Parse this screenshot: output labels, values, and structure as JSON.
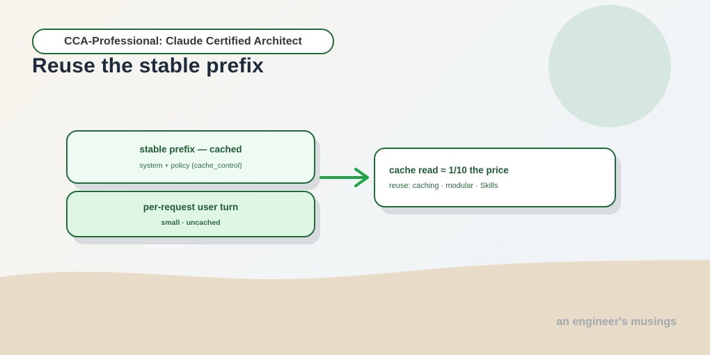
{
  "header": {
    "pill_text": "CCA-Professional: Claude Certified Architect",
    "title": "Reuse the stable prefix"
  },
  "diagram": {
    "stable_box": {
      "title": "stable prefix — cached",
      "subtitle": "system + policy (cache_control)"
    },
    "turn_box": {
      "title": "per-request user turn",
      "subtitle": "small · uncached"
    },
    "result_box": {
      "title": "cache read ≈ 1/10 the price",
      "subtitle": "reuse: caching · modular · Skills"
    }
  },
  "footer": {
    "text": "an engineer's musings"
  },
  "colors": {
    "accent_green": "#1f6b3a",
    "arrow_green": "#1ea444",
    "stable_fill": "#eefbf2",
    "turn_fill": "#dff6e5",
    "result_fill": "#ffffff",
    "title_navy": "#1d2b3a",
    "sand": "#e8dcc8",
    "circle": "#d6e6e0"
  }
}
